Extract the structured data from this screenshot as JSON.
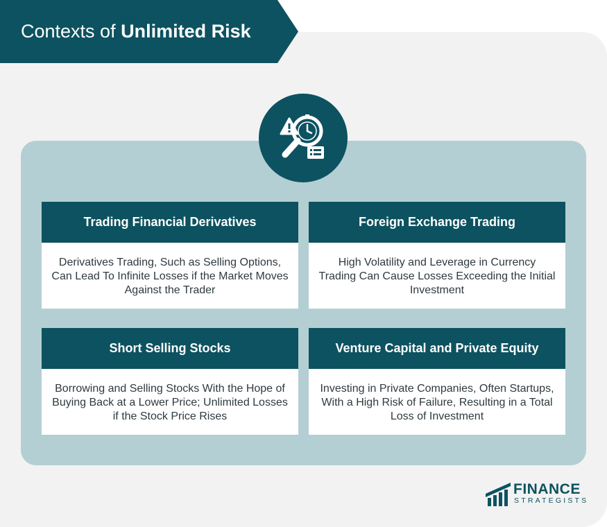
{
  "title": {
    "prefix": "Contexts of ",
    "emphasis": "Unlimited Risk"
  },
  "central_icon": "risk-analysis-icon",
  "cards": [
    {
      "heading": "Trading Financial Derivatives",
      "description": "Derivatives Trading, Such as Selling Options, Can Lead To Infinite Losses if the Market Moves Against the Trader"
    },
    {
      "heading": "Foreign Exchange Trading",
      "description": "High Volatility and Leverage in Currency Trading Can Cause Losses Exceeding the Initial Investment"
    },
    {
      "heading": "Short Selling Stocks",
      "description": "Borrowing and Selling Stocks With the Hope of Buying Back at a Lower Price; Unlimited Losses if the Stock Price Rises"
    },
    {
      "heading": "Venture Capital and Private Equity",
      "description": "Investing in Private Companies, Often Startups, With a High Risk of Failure, Resulting in a Total Loss of Investment"
    }
  ],
  "logo": {
    "line1": "FINANCE",
    "line2": "STRATEGISTS"
  },
  "colors": {
    "primary": "#0d5260",
    "inner_panel": "#b3cfd4",
    "outer_panel": "#f2f2f2",
    "card_bg": "#ffffff",
    "body_text": "#2e3a3f"
  }
}
